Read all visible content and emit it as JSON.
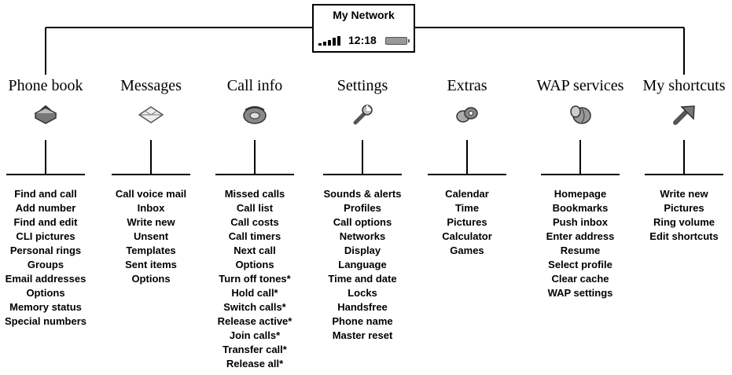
{
  "phone": {
    "title": "My Network",
    "time": "12:18"
  },
  "menus": [
    {
      "title": "Phone book",
      "icon": "phone-book-icon",
      "items": [
        "Find and call",
        "Add number",
        "Find and edit",
        "CLI pictures",
        "Personal rings",
        "Groups",
        "Email addresses",
        "Options",
        "Memory status",
        "Special numbers"
      ]
    },
    {
      "title": "Messages",
      "icon": "envelope-icon",
      "items": [
        "Call voice mail",
        "Inbox",
        "Write new",
        "Unsent",
        "Templates",
        "Sent items",
        "Options"
      ]
    },
    {
      "title": "Call info",
      "icon": "call-info-icon",
      "items": [
        "Missed calls",
        "Call list",
        "Call costs",
        "Call timers",
        "Next call",
        "Options",
        "Turn off tones*",
        "Hold call*",
        "Switch calls*",
        "Release active*",
        "Join calls*",
        "Transfer call*",
        "Release all*"
      ]
    },
    {
      "title": "Settings",
      "icon": "wrench-icon",
      "items": [
        "Sounds & alerts",
        "Profiles",
        "Call options",
        "Networks",
        "Display",
        "Language",
        "Time and date",
        "Locks",
        "Handsfree",
        "Phone name",
        "Master reset"
      ]
    },
    {
      "title": "Extras",
      "icon": "extras-icon",
      "items": [
        "Calendar",
        "Time",
        "Pictures",
        "Calculator",
        "Games"
      ]
    },
    {
      "title": "WAP services",
      "icon": "wap-globe-icon",
      "items": [
        "Homepage",
        "Bookmarks",
        "Push inbox",
        "Enter address",
        "Resume",
        "Select profile",
        "Clear cache",
        "WAP settings"
      ]
    },
    {
      "title": "My shortcuts",
      "icon": "arrow-icon",
      "items": [
        "Write new",
        "Pictures",
        "Ring volume",
        "Edit shortcuts"
      ]
    }
  ]
}
